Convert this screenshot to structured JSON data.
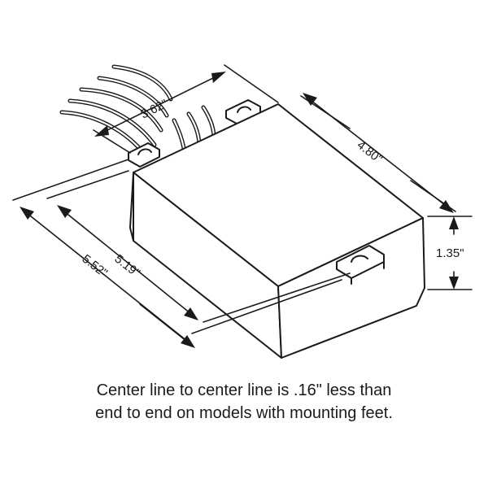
{
  "dimensions": {
    "width_top": "3.62\"",
    "depth": "4.80\"",
    "height": "1.35\"",
    "length_center": "5.19\"",
    "length_overall": "5.52\""
  },
  "caption": {
    "line1": "Center line to center line is .16\" less than",
    "line2": "end to end on models with mounting feet."
  }
}
